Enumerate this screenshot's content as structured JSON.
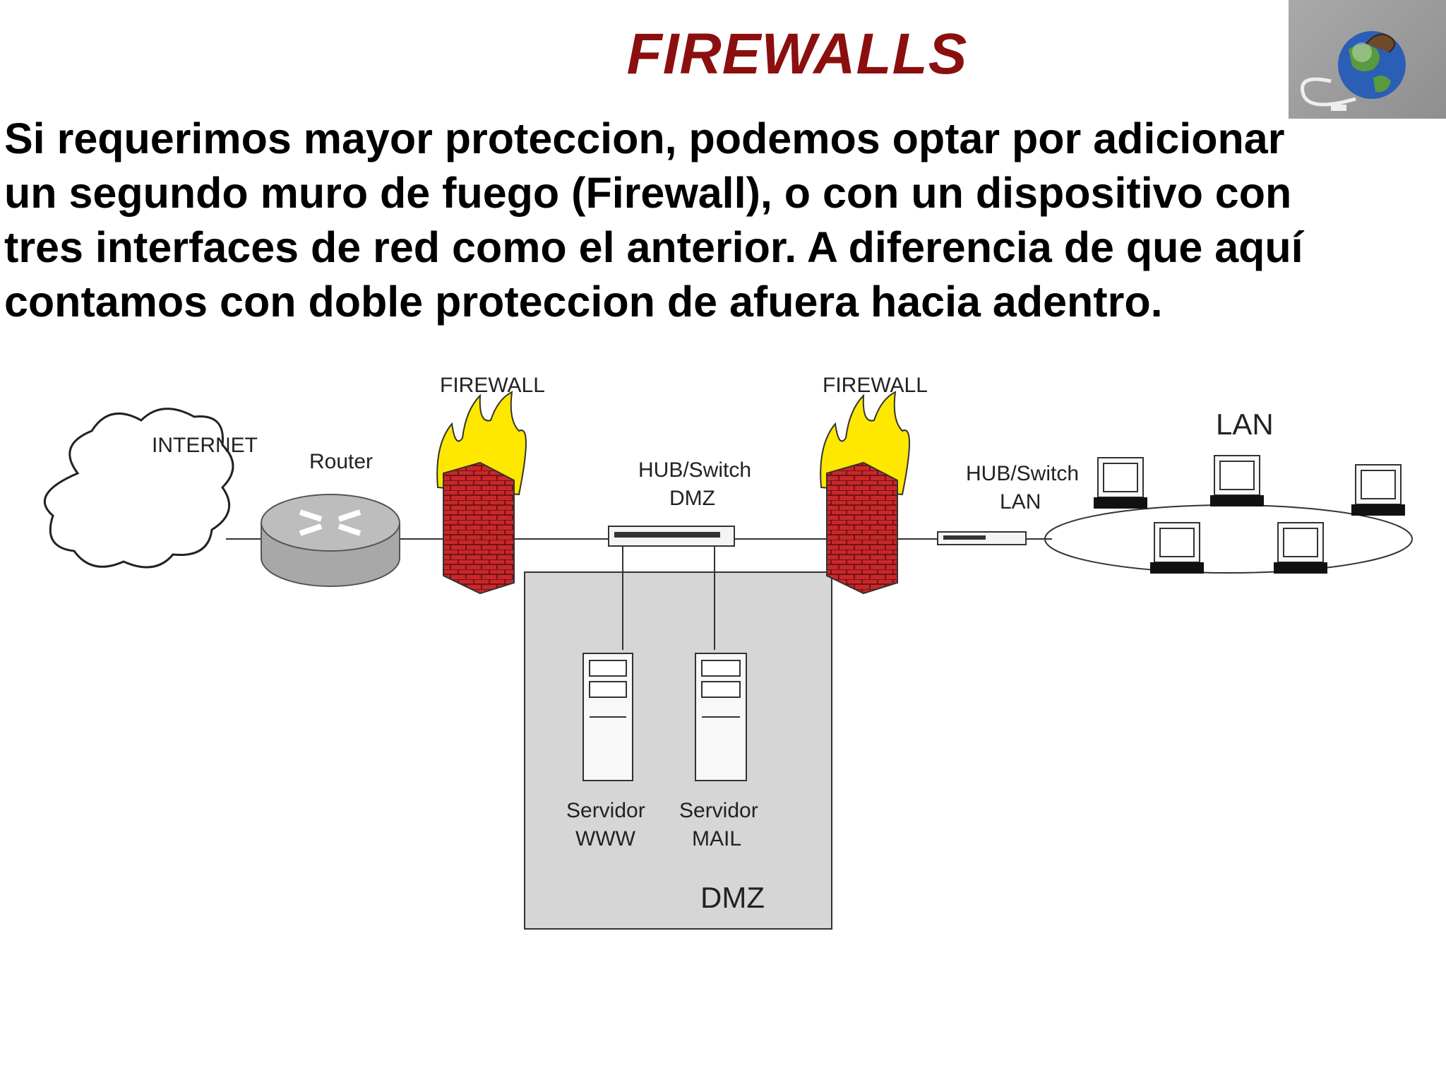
{
  "slide": {
    "title": "FIREWALLS",
    "body_lines": [
      "Si requerimos mayor proteccion, podemos optar por adicionar",
      "un segundo muro de fuego (Firewall), o con un dispositivo con",
      "tres interfaces de red como el anterior. A diferencia de que aquí",
      "contamos con doble proteccion de afuera hacia adentro."
    ]
  },
  "diagram": {
    "internet_label": "INTERNET",
    "router_label": "Router",
    "firewall1_label": "FIREWALL",
    "firewall2_label": "FIREWALL",
    "hub_dmz_label_line1": "HUB/Switch",
    "hub_dmz_label_line2": "DMZ",
    "hub_lan_label_line1": "HUB/Switch",
    "hub_lan_label_line2": "LAN",
    "lan_label": "LAN",
    "server_www_line1": "Servidor",
    "server_www_line2": "WWW",
    "server_mail_line1": "Servidor",
    "server_mail_line2": "MAIL",
    "dmz_label": "DMZ"
  },
  "colors": {
    "title": "#8b0f0f",
    "brick": "#c8282a",
    "flame": "#ffe800",
    "dmz_fill": "#d6d6d6",
    "router_fill": "#bdbdbd"
  }
}
